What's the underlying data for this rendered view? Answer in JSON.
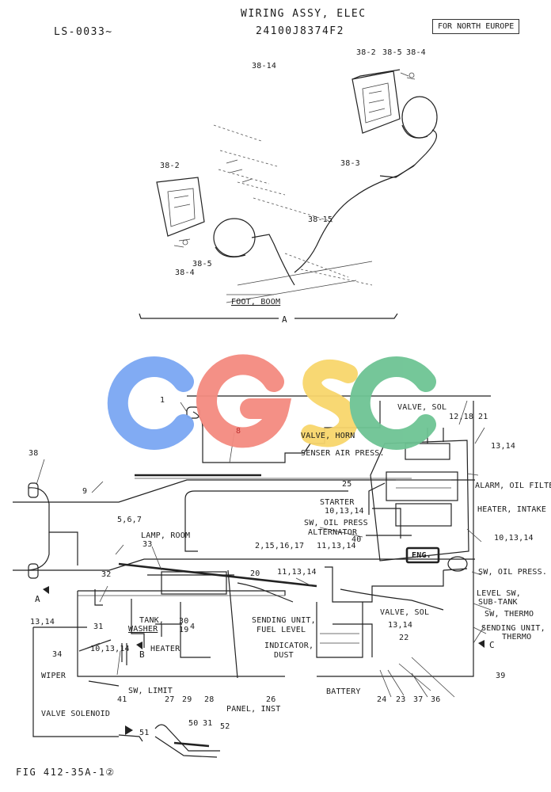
{
  "header": {
    "serial": "LS-0033~",
    "title": "WIRING ASSY, ELEC",
    "part_no": "24100J8374F2",
    "region_box": "FOR NORTH EUROPE"
  },
  "watermark": {
    "text": "CGSC",
    "colors": [
      "#7ba7f3",
      "#f48b80",
      "#f8d66c",
      "#6ec494"
    ]
  },
  "upper_diagram": {
    "labels": [
      {
        "id": "l1",
        "text": "38-14"
      },
      {
        "id": "l2",
        "text": "38-2"
      },
      {
        "id": "l3",
        "text": "38-5"
      },
      {
        "id": "l4",
        "text": "38-4"
      },
      {
        "id": "l5",
        "text": "38-2"
      },
      {
        "id": "l6",
        "text": "38-3"
      },
      {
        "id": "l7",
        "text": "38-15"
      },
      {
        "id": "l8",
        "text": "38-5"
      },
      {
        "id": "l9",
        "text": "38-4"
      }
    ],
    "foot_label": "FOOT, BOOM",
    "section_mark": "A"
  },
  "lower_diagram": {
    "labels": [
      {
        "id": "n1",
        "text": "1"
      },
      {
        "id": "n8",
        "text": "8"
      },
      {
        "id": "valve_sol_top",
        "text": "VALVE, SOL"
      },
      {
        "id": "n12",
        "text": "12,18"
      },
      {
        "id": "n21",
        "text": "21"
      },
      {
        "id": "valve_horn",
        "text": "VALVE, HORN"
      },
      {
        "id": "senser",
        "text": "SENSER AIR PRESS."
      },
      {
        "id": "n13a",
        "text": "13,14"
      },
      {
        "id": "n38",
        "text": "38"
      },
      {
        "id": "alarm",
        "text": "ALARM, OIL FILTER"
      },
      {
        "id": "n9",
        "text": "9"
      },
      {
        "id": "n25",
        "text": "25"
      },
      {
        "id": "starter",
        "text": "STARTER"
      },
      {
        "id": "n10a",
        "text": "10,13,14"
      },
      {
        "id": "heater_int",
        "text": "HEATER, INTAKE"
      },
      {
        "id": "n567",
        "text": "5,6,7"
      },
      {
        "id": "swoil1",
        "text": "SW, OIL PRESS"
      },
      {
        "id": "alt",
        "text": "ALTERNATOR"
      },
      {
        "id": "lamp",
        "text": "LAMP, ROOM"
      },
      {
        "id": "n33",
        "text": "33"
      },
      {
        "id": "n40",
        "text": "40"
      },
      {
        "id": "eng",
        "text": "ENG."
      },
      {
        "id": "n10b",
        "text": "10,13,14"
      },
      {
        "id": "n2",
        "text": "2,15,16,17"
      },
      {
        "id": "n11a",
        "text": "11,13,14"
      },
      {
        "id": "swoil2",
        "text": "SW, OIL PRESS."
      },
      {
        "id": "n32",
        "text": "32"
      },
      {
        "id": "n20",
        "text": "20"
      },
      {
        "id": "n11b",
        "text": "11,13,14"
      },
      {
        "id": "level",
        "text": "LEVEL SW,"
      },
      {
        "id": "subtank",
        "text": "SUB-TANK"
      },
      {
        "id": "markA",
        "text": "A"
      },
      {
        "id": "tank",
        "text": "TANK,"
      },
      {
        "id": "washer",
        "text": "WASHER"
      },
      {
        "id": "n30",
        "text": "30"
      },
      {
        "id": "n19",
        "text": "19"
      },
      {
        "id": "n4",
        "text": "4"
      },
      {
        "id": "valve_sol2",
        "text": "VALVE, SOL"
      },
      {
        "id": "swthermo",
        "text": "SW, THERMO"
      },
      {
        "id": "n13b",
        "text": "13,14"
      },
      {
        "id": "n31a",
        "text": "31"
      },
      {
        "id": "sending_fuel1",
        "text": "SENDING UNIT,"
      },
      {
        "id": "sending_fuel2",
        "text": "FUEL LEVEL"
      },
      {
        "id": "n13c",
        "text": "13,14"
      },
      {
        "id": "sending_th1",
        "text": "SENDING UNIT,"
      },
      {
        "id": "sending_th2",
        "text": "THERMO"
      },
      {
        "id": "n34",
        "text": "34"
      },
      {
        "id": "n10c",
        "text": "10,13,14"
      },
      {
        "id": "markB",
        "text": "B"
      },
      {
        "id": "heater",
        "text": "HEATER"
      },
      {
        "id": "n22",
        "text": "22"
      },
      {
        "id": "indicator1",
        "text": "INDICATOR,"
      },
      {
        "id": "indicator2",
        "text": "DUST"
      },
      {
        "id": "markC",
        "text": "C"
      },
      {
        "id": "wiper",
        "text": "WIPER"
      },
      {
        "id": "n39",
        "text": "39"
      },
      {
        "id": "swlimit",
        "text": "SW, LIMIT"
      },
      {
        "id": "battery",
        "text": "BATTERY"
      },
      {
        "id": "n41",
        "text": "41"
      },
      {
        "id": "n27",
        "text": "27"
      },
      {
        "id": "n29",
        "text": "29"
      },
      {
        "id": "n28",
        "text": "28"
      },
      {
        "id": "n26",
        "text": "26"
      },
      {
        "id": "n24",
        "text": "24"
      },
      {
        "id": "n23",
        "text": "23"
      },
      {
        "id": "n37",
        "text": "37"
      },
      {
        "id": "n36",
        "text": "36"
      },
      {
        "id": "panel",
        "text": "PANEL, INST"
      },
      {
        "id": "valve_solenoid",
        "text": "VALVE SOLENOID"
      },
      {
        "id": "n50",
        "text": "50"
      },
      {
        "id": "n31b",
        "text": "31"
      },
      {
        "id": "n51",
        "text": "51"
      },
      {
        "id": "n52",
        "text": "52"
      }
    ]
  },
  "footer": {
    "figure": "FIG 412-35A-1②"
  }
}
